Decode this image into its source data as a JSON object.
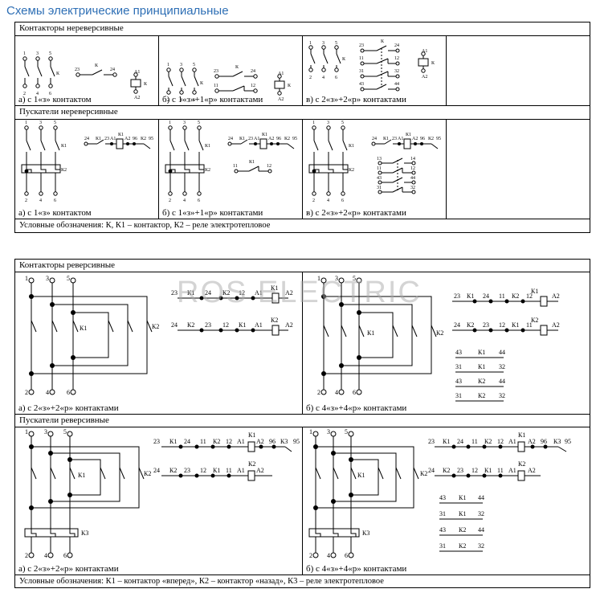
{
  "page_title": "Схемы электрические принципиальные",
  "section1": {
    "contactors_title": "Контакторы нереверсивные",
    "contactors_captions": [
      "а) с 1«з» контактом",
      "б) с 1«з»+1«р» контактами",
      "в) с 2«з»+2«р» контактами"
    ],
    "starters_title": "Пускатели нереверсивные",
    "starters_captions": [
      "а) с 1«з» контактом",
      "б) с 1«з»+1«р» контактами",
      "в) с 2«з»+2«р» контактами"
    ],
    "legend": "Условные обозначения: К, К1 – контактор, К2 – реле электротепловое"
  },
  "section2": {
    "contactors_title": "Контакторы реверсивные",
    "contactors_captions": [
      "а) с 2«з»+2«р» контактами",
      "б) с 4«з»+4«р» контактами"
    ],
    "starters_title": "Пускатели реверсивные",
    "starters_captions": [
      "а) с 2«з»+2«р» контактами",
      "б) с 4«з»+4«р» контактами"
    ],
    "legend": "Условные обозначения: К1 – контактор «вперед», К2 – контактор «назад», К3 – реле электротепловое"
  },
  "watermark": "ROS ELECTRIC",
  "diagram_labels": {
    "terminals_top": [
      "1",
      "3",
      "5"
    ],
    "terminals_bottom": [
      "2",
      "4",
      "6"
    ],
    "contactor_k": "К",
    "k1": "К1",
    "k2": "К2",
    "k3": "К3",
    "a1": "А1",
    "a2": "А2",
    "n23": "23",
    "n24": "24",
    "n11": "11",
    "n12": "12",
    "n43": "43",
    "n44": "44",
    "n31": "31",
    "n32": "32",
    "n96": "96",
    "n95": "95"
  }
}
